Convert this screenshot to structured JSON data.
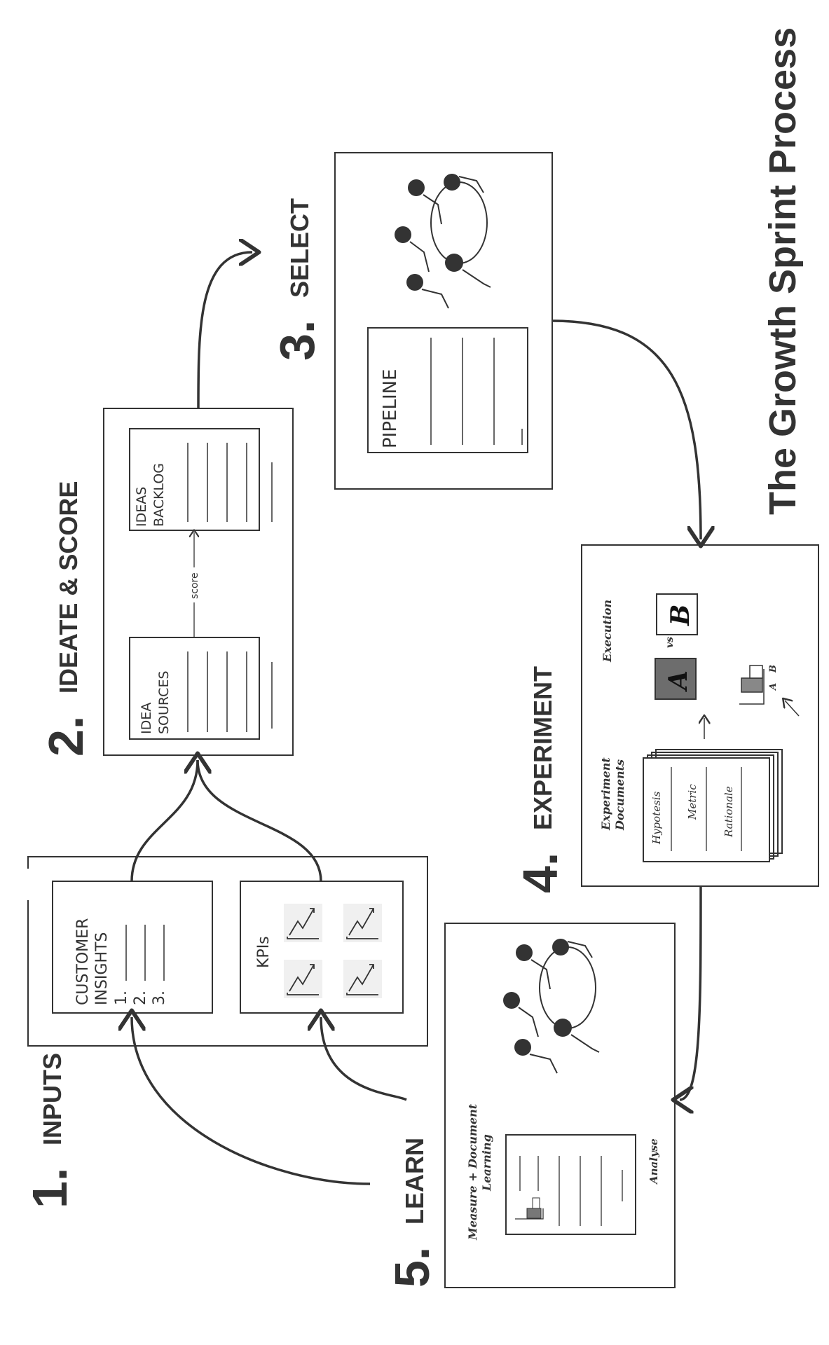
{
  "title": "The Growth Sprint Process",
  "steps": {
    "inputs": {
      "number": "1.",
      "label": "INPUTS"
    },
    "ideate": {
      "number": "2.",
      "label": "IDEATE & SCORE"
    },
    "select": {
      "number": "3.",
      "label": "SELECT"
    },
    "experiment": {
      "number": "4.",
      "label": "EXPERIMENT"
    },
    "learn": {
      "number": "5.",
      "label": "LEARN"
    }
  },
  "inputs_panel": {
    "customer_insights": {
      "line1": "CUSTOMER",
      "line2": "INSIGHTS",
      "items": [
        "1.",
        "2.",
        "3."
      ]
    },
    "kpis": {
      "label": "KPIs"
    }
  },
  "ideate_panel": {
    "sources": {
      "line1": "IDEA",
      "line2": "SOURCES"
    },
    "backlog": {
      "line1": "IDEAS",
      "line2": "BACKLOG"
    },
    "score_label": "score"
  },
  "select_panel": {
    "pipeline": "PIPELINE"
  },
  "experiment_panel": {
    "docs_title_1": "Experiment",
    "docs_title_2": "Documents",
    "doc_rows": [
      "Hypotesis",
      "Metric",
      "Rationale"
    ],
    "execution": "Execution",
    "variant_a": "A",
    "variant_b": "B",
    "vs": "vs",
    "bar_labels": [
      "A",
      "B"
    ]
  },
  "learn_panel": {
    "measure_1": "Measure + Document",
    "measure_2": "Learning",
    "analyse": "Analyse"
  }
}
